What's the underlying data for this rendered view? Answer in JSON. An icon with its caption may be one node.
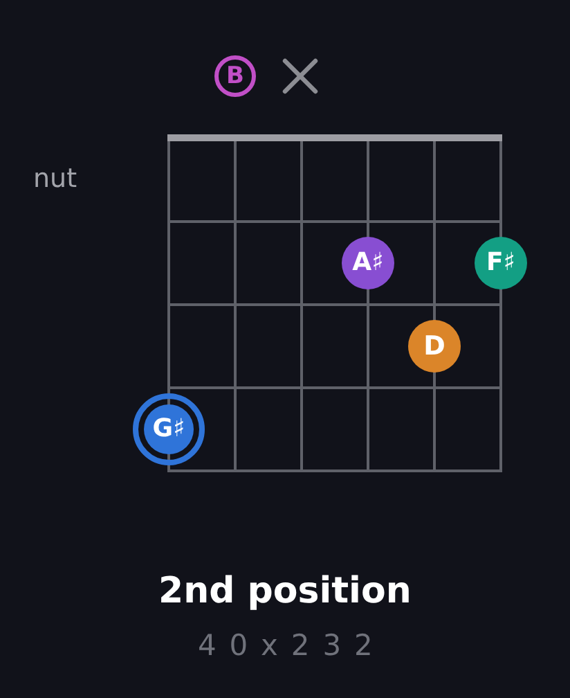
{
  "diagram": {
    "title": "2nd position",
    "nodes": [
      {
        "text": [
          "B"
        ]
      },
      {
        "text": [],
        "shape": "cross"
      },
      {
        "text": [
          "A♯"
        ]
      },
      {
        "text": [
          "F♯"
        ]
      },
      {
        "text": [
          "D"
        ]
      },
      {
        "text": [
          "G♯"
        ]
      }
    ],
    "labels": [
      "nut",
      "40x232"
    ]
  }
}
